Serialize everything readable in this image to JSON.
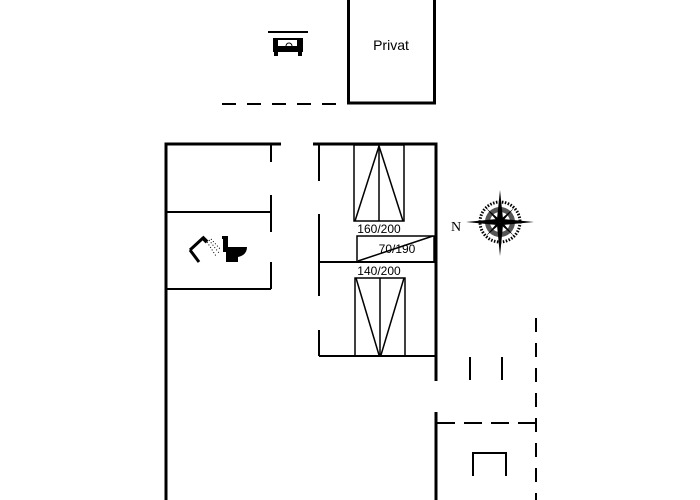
{
  "floorplan": {
    "rooms": {
      "private": {
        "label": "Privat"
      },
      "bedroom_top": {
        "bed_label": "160/200"
      },
      "bedroom_mid": {
        "bed_label": "70/190"
      },
      "bedroom_bottom": {
        "bed_label": "140/200"
      },
      "bathroom": {
        "icons": [
          "shower-icon",
          "toilet-icon"
        ]
      },
      "parking": {
        "icon": "car-carport-icon"
      }
    },
    "compass": {
      "label": "N",
      "icon": "compass-rose-icon"
    },
    "colors": {
      "wall": "#000000",
      "background": "#ffffff"
    }
  }
}
